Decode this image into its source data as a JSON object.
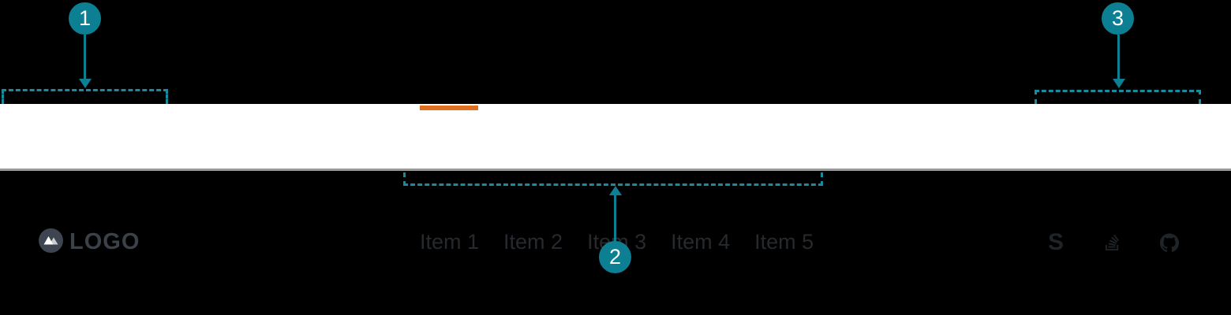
{
  "colors": {
    "background": "#000000",
    "navbar_bg": "#ffffff",
    "navbar_border": "#9a9a9a",
    "annotation_teal": "#0d7f93",
    "dash_teal": "#1a8a9e",
    "active_indicator_orange": "#e0701f",
    "logo_text": "#3b4148",
    "logo_circle": "#3e4550",
    "nav_text": "#26292e",
    "icon_color": "#1f2429"
  },
  "navbar": {
    "logo": {
      "label": "LOGO",
      "icon": "mountain-icon"
    },
    "items": [
      {
        "label": "Item 1",
        "active": true
      },
      {
        "label": "Item 2",
        "active": false
      },
      {
        "label": "Item 3",
        "active": false
      },
      {
        "label": "Item 4",
        "active": false
      },
      {
        "label": "Item 5",
        "active": false
      }
    ],
    "social": [
      {
        "icon": "s-logo-icon",
        "glyph": "S"
      },
      {
        "icon": "stackoverflow-icon"
      },
      {
        "icon": "github-icon"
      }
    ]
  },
  "annotations": [
    {
      "number": "1",
      "target": "logo-region"
    },
    {
      "number": "2",
      "target": "nav-items-region"
    },
    {
      "number": "3",
      "target": "social-icons-region"
    }
  ]
}
